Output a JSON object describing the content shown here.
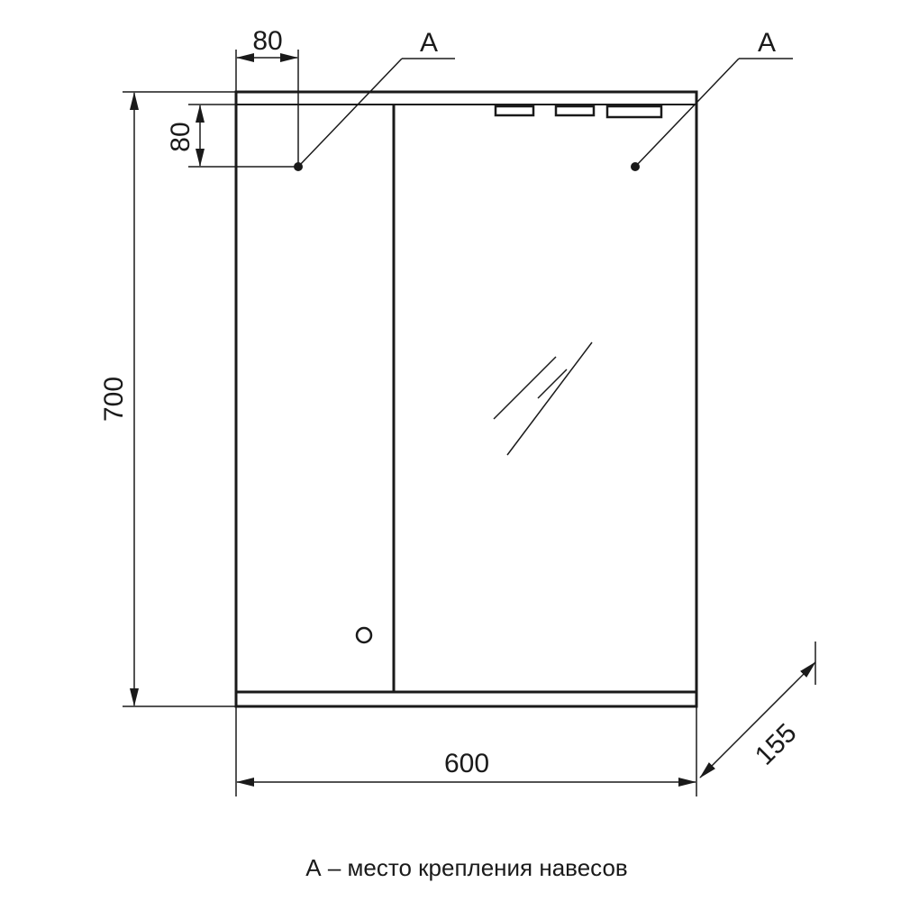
{
  "diagram": {
    "dimensions": {
      "width": "600",
      "height": "700",
      "depth": "155",
      "hinge_offset_x": "80",
      "hinge_offset_y": "80"
    },
    "hinge_labels": {
      "left": "A",
      "right": "A"
    },
    "caption": "А – место крепления навесов",
    "colors": {
      "line": "#1a1a1a",
      "background": "#ffffff"
    }
  }
}
